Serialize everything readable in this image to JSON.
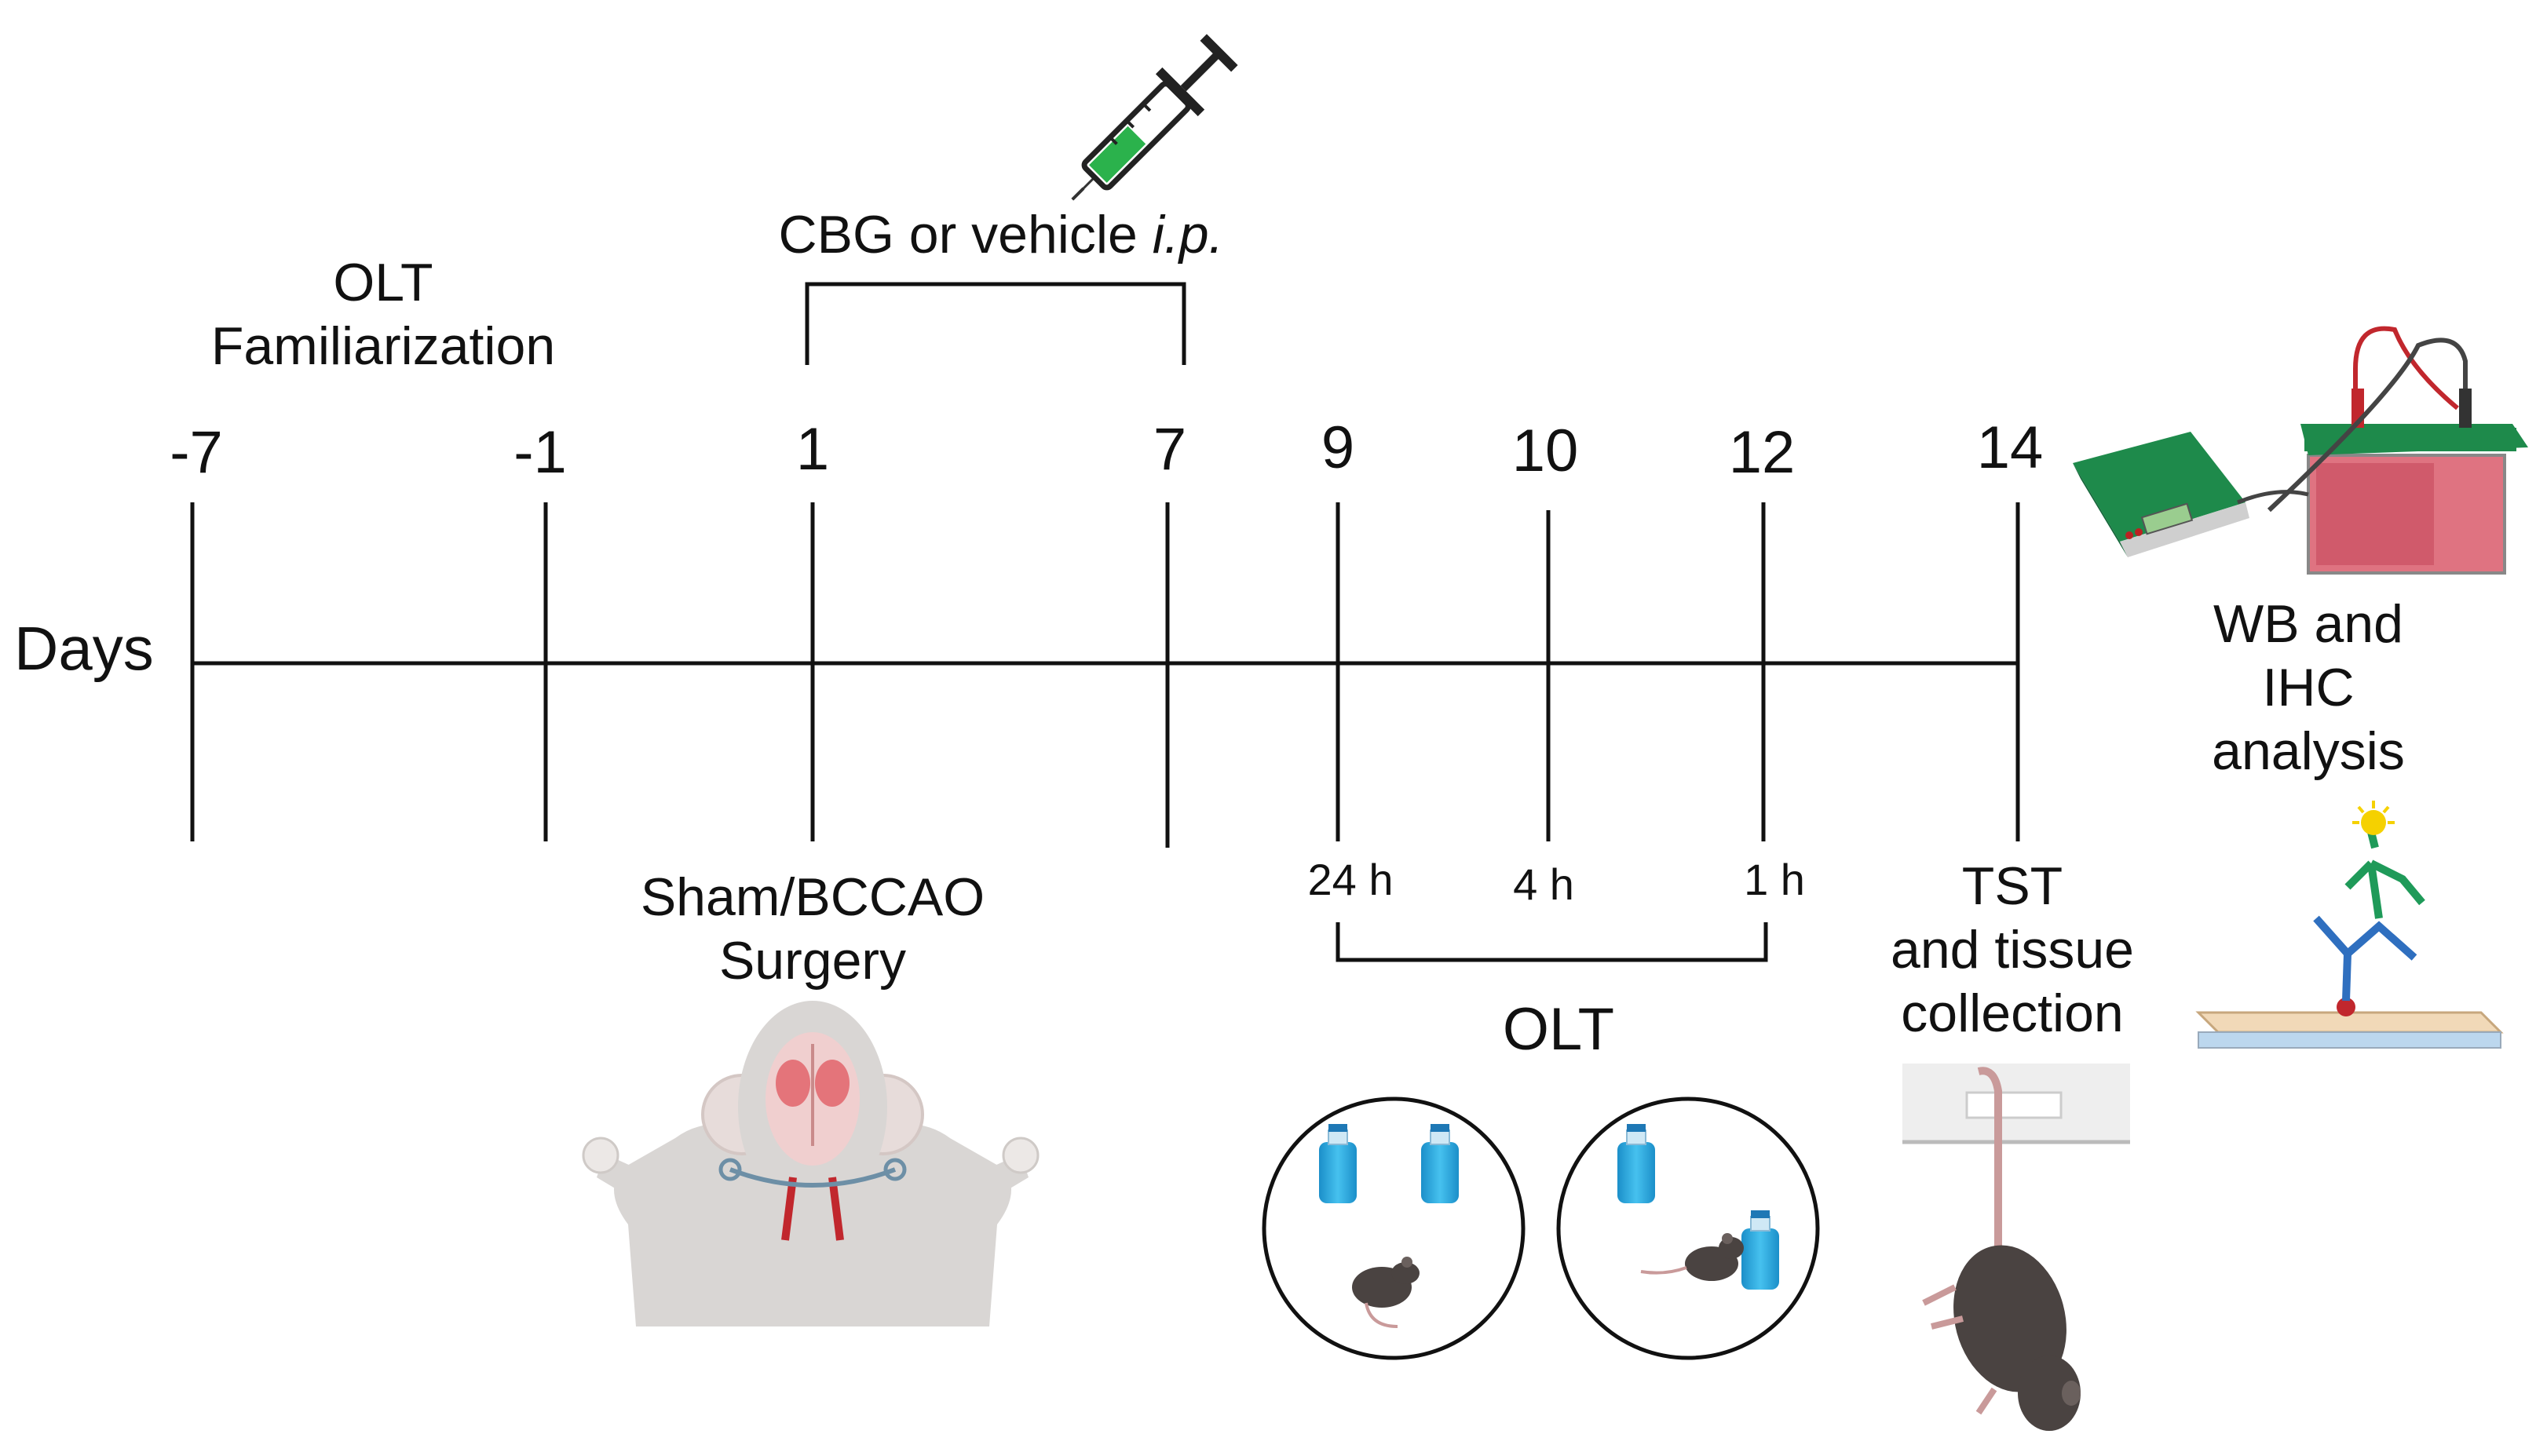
{
  "axis_label": "Days",
  "days": [
    "-7",
    "-1",
    "1",
    "7",
    "9",
    "10",
    "12",
    "14"
  ],
  "labels": {
    "olt_fam_line1": "OLT",
    "olt_fam_line2": "Familiarization",
    "cbg_main": "CBG or vehicle ",
    "cbg_italic": "i.p.",
    "surgery_line1": "Sham/BCCAO",
    "surgery_line2": "Surgery",
    "olt": "OLT",
    "tst_line1": "TST",
    "tst_line2": "and tissue",
    "tst_line3": "collection",
    "wb_line1": "WB and",
    "wb_line2": "IHC",
    "wb_line3": "analysis"
  },
  "olt_times": [
    "24 h",
    "4 h",
    "1 h"
  ],
  "colors": {
    "syringe_fill": "#2bb24c",
    "bottle": "#29a9e1",
    "artery": "#c1272d",
    "gel_tank_lid": "#1e8a4b",
    "gel_tank_body": "#d95a6b",
    "mouse_dark": "#4a4341",
    "mouse_grey": "#d9d6d4",
    "antibody_green": "#1f9a59",
    "antibody_blue": "#2f6fbf",
    "antigen_yellow": "#f5d100"
  },
  "icons": [
    "syringe-icon",
    "electrophoresis-icon",
    "antibody-icon",
    "mouse-surgery-icon",
    "arena-icon",
    "mouse-hanging-icon"
  ]
}
